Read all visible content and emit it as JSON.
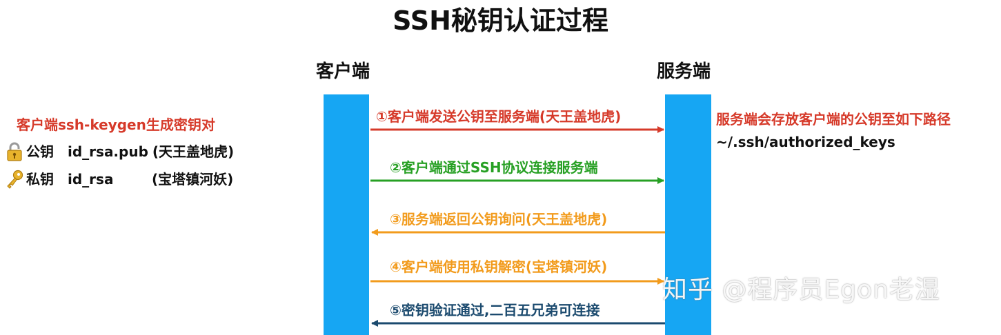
{
  "title": "SSH秘钥认证过程",
  "columns": {
    "client": "客户端",
    "server": "服务端"
  },
  "keypair": {
    "title": "客户端ssh-keygen生成密钥对",
    "public": {
      "name": "公钥",
      "file": "id_rsa.pub",
      "alias": "(天王盖地虎)",
      "icon": "lock-icon"
    },
    "private": {
      "name": "私钥",
      "file": "id_rsa",
      "alias": "(宝塔镇河妖)",
      "icon": "key-icon"
    }
  },
  "steps": [
    {
      "label": "①客户端发送公钥至服务端(天王盖地虎)",
      "direction": "client-to-server",
      "color": "#d63a2a"
    },
    {
      "label": "②客户端通过SSH协议连接服务端",
      "direction": "client-to-server",
      "color": "#27a024"
    },
    {
      "label": "③服务端返回公钥询问(天王盖地虎)",
      "direction": "server-to-client",
      "color": "#f29b1c"
    },
    {
      "label": "④客户端使用私钥解密(宝塔镇河妖)",
      "direction": "client-to-server",
      "color": "#f29b1c"
    },
    {
      "label": "⑤密钥验证通过,二百五兄弟可连接",
      "direction": "server-to-client",
      "color": "#1b4a6e"
    }
  ],
  "server_note": {
    "text": "服务端会存放客户端的公钥至如下路径",
    "path": "~/.ssh/authorized_keys"
  },
  "watermark": "知乎 @程序员Egon老湿",
  "colors": {
    "lifeline": "#16a6f3",
    "accent_red": "#d63a2a"
  }
}
